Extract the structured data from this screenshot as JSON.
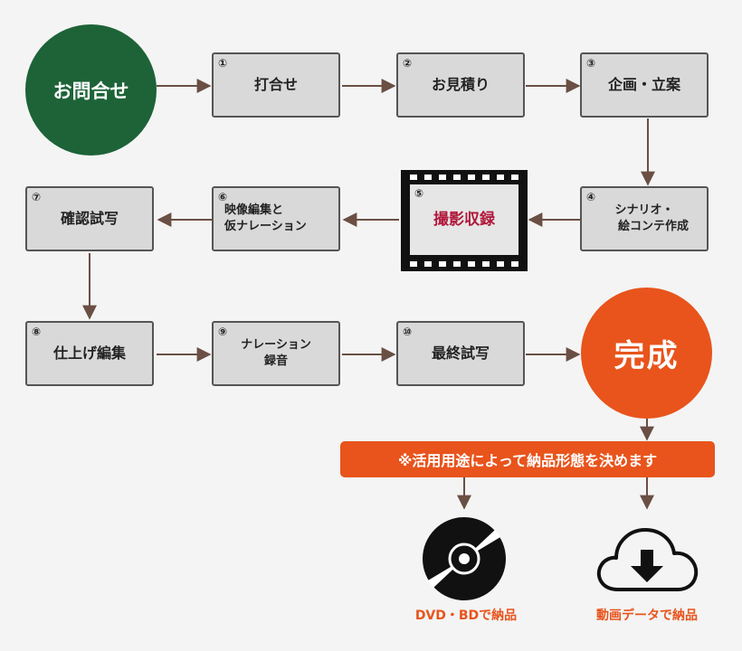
{
  "start": "お問合せ",
  "steps": [
    {
      "num": "①",
      "label": "打合せ"
    },
    {
      "num": "②",
      "label": "お見積り"
    },
    {
      "num": "③",
      "label": "企画・立案"
    },
    {
      "num": "④",
      "line1": "シナリオ・",
      "line2": "絵コンテ作成"
    },
    {
      "num": "⑤",
      "label": "撮影収録"
    },
    {
      "num": "⑥",
      "line1": "映像編集と",
      "line2": "仮ナレーション"
    },
    {
      "num": "⑦",
      "label": "確認試写"
    },
    {
      "num": "⑧",
      "label": "仕上げ編集"
    },
    {
      "num": "⑨",
      "line1": "ナレーション",
      "line2": "録音"
    },
    {
      "num": "⑩",
      "label": "最終試写"
    }
  ],
  "done": "完成",
  "banner": "※活用用途によって納品形態を決めます",
  "outputs": [
    {
      "label": "DVD・BDで納品",
      "icon": "disc-icon"
    },
    {
      "label": "動画データで納品",
      "icon": "cloud-download-icon"
    }
  ],
  "colors": {
    "start": "#1d6337",
    "done": "#e8541c",
    "arrow": "#6a4f44",
    "film_text": "#b0183a"
  }
}
